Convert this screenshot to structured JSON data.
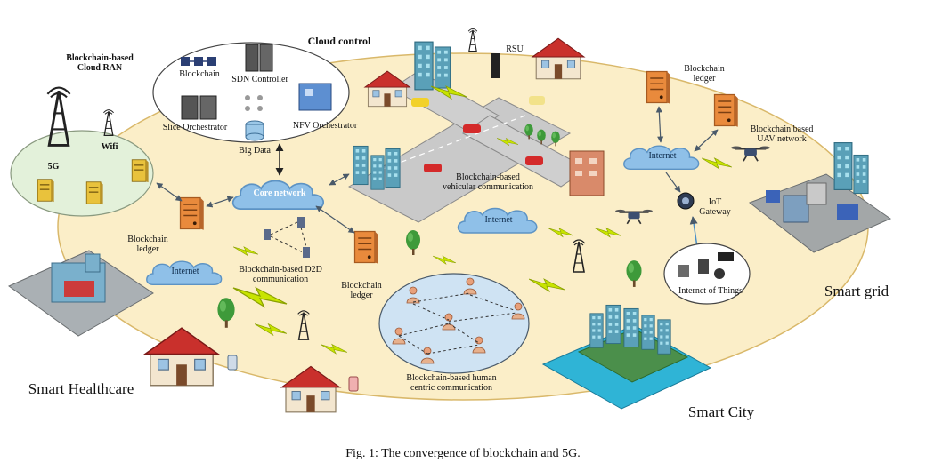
{
  "labels": {
    "cloud_ran_title": "Blockchain-based\nCloud RAN",
    "cloud_ran_5g": "5G",
    "cloud_ran_wifi": "Wifi",
    "cloud_control_title": "Cloud control",
    "blockchain": "Blockchain",
    "sdn_controller": "SDN Controller",
    "slice_orchestrator": "Slice Orchestrator",
    "nfv_orchestrator": "NFV Orchestrator",
    "big_data": "Big Data",
    "rsu": "RSU",
    "core_network": "Core network",
    "vehicular": "Blockchain-based\nvehicular communication",
    "ledger_top_right": "Blockchain\nledger",
    "uav_network": "Blockchain based\nUAV network",
    "internet_right": "Internet",
    "iot_gateway": "IoT\nGateway",
    "ledger_left": "Blockchain\nledger",
    "internet_left": "Internet",
    "d2d": "Blockchain-based D2D\ncommunication",
    "ledger_middle": "Blockchain\nledger",
    "internet_center": "Internet",
    "human_centric": "Blockchain-based human\ncentric communication",
    "internet_of_things": "Internet of Things",
    "smart_grid": "Smart grid",
    "smart_healthcare": "Smart Healthcare",
    "smart_city": "Smart City"
  },
  "caption": "Fig. 1: The convergence of blockchain and 5G.",
  "colors": {
    "ellipse_fill": "#fbeec8",
    "ellipse_stroke": "#d9b86a",
    "cloud_fill": "#8fc0e8",
    "ran_fill": "#e3f1da",
    "server_orange": "#e98a3c",
    "lightning": "#c8e400",
    "link_arrow": "#4a5a6a"
  }
}
